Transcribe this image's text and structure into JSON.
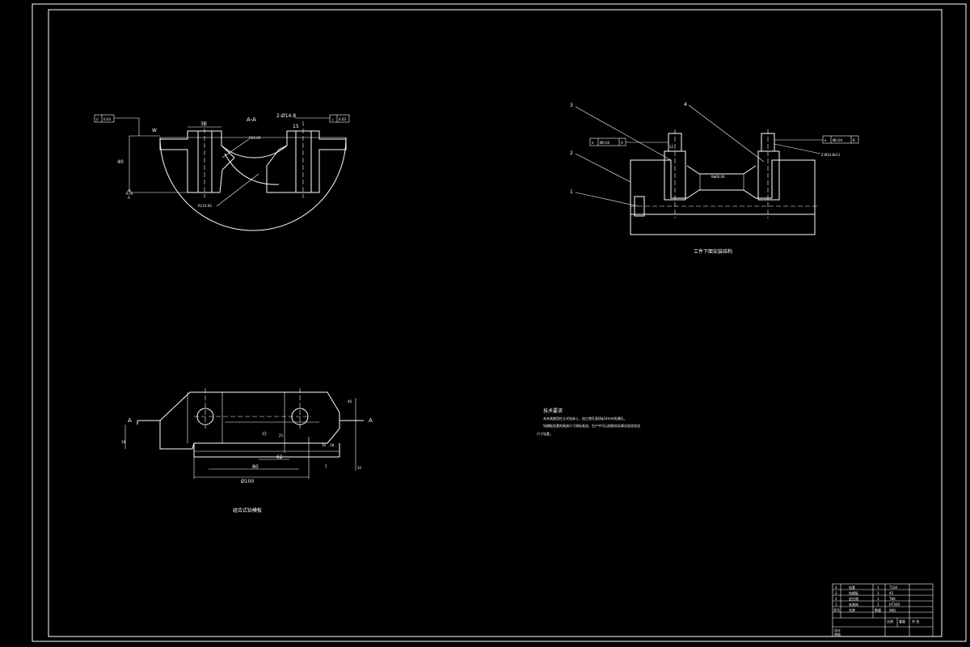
{
  "section_view": {
    "label": "A-A",
    "flatness_box": "0.03",
    "perp_box": "0.03",
    "holes": "2-Ø14.8",
    "dim_top": "30",
    "dim_left": "40",
    "dim_top_small": "15",
    "dim_width_small": "W",
    "datum": "A",
    "r_inner": "R60.00",
    "r_outer": "R110.00"
  },
  "install_view": {
    "caption": "工件下面安装结构",
    "balloons": [
      "1",
      "2",
      "3",
      "4"
    ],
    "pos_box_left": "Ø0.04",
    "pos_box_left_datum": "A",
    "pos_box_right": "Ø0.04",
    "pos_box_right_datum": "B",
    "holes_fit": "2-Ø14.8e11",
    "center_dim": "Bø60.04",
    "pin_dim": "12"
  },
  "plan_view": {
    "caption": "组合式钻模板",
    "section_mark_left": "A",
    "section_mark_right": "A",
    "dim_overall": "Ø100",
    "dim_inner": "80",
    "dim_mid": "62",
    "dim_small_a": "18",
    "dim_small_b": "10",
    "dim_small_c": "18",
    "dim_small_d": "5",
    "dim_right": "32",
    "dim_vertical": "25",
    "dim_vertical_b": "40"
  },
  "notes": {
    "title": "技术要求",
    "line1": "本夹具使用在立式钻床上，加工销孔直径φ14mm的通孔。",
    "line2": "钻模板钻套的具体尺寸按标准选，生产中可以按照实际情况选用合适",
    "line3": "尺寸钻套。"
  },
  "title_block": {
    "rows": [
      {
        "no": "4",
        "name": "钻套",
        "qty": "1",
        "mat": "T10A"
      },
      {
        "no": "3",
        "name": "钻模板",
        "qty": "1",
        "mat": "45"
      },
      {
        "no": "2",
        "name": "定位销",
        "qty": "1",
        "mat": "T8A"
      },
      {
        "no": "1",
        "name": "夹具体",
        "qty": "1",
        "mat": "HT200"
      },
      {
        "no": "序号",
        "name": "名称",
        "qty": "数量",
        "mat": "材料"
      }
    ],
    "label_design": "设计",
    "label_check": "审核",
    "label_scale": "比例",
    "label_weight": "重量",
    "label_sheet": "共 张"
  }
}
